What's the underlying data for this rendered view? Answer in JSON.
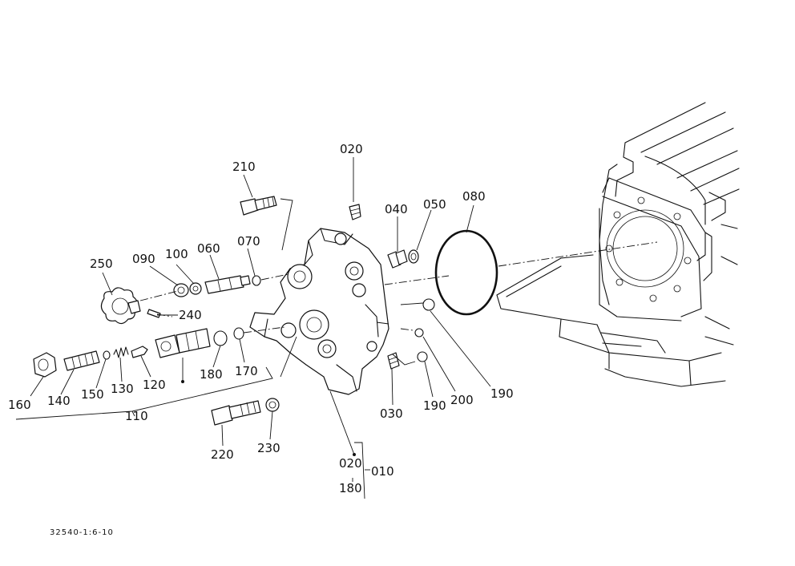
{
  "labels": {
    "p010": "010",
    "p020a": "020",
    "p020b": "020",
    "p030": "030",
    "p040": "040",
    "p050": "050",
    "p060": "060",
    "p070": "070",
    "p080": "080",
    "p090": "090",
    "p100": "100",
    "p110": "110",
    "p120": "120",
    "p130": "130",
    "p140": "140",
    "p150": "150",
    "p160": "160",
    "p170": "170",
    "p180a": "180",
    "p180b": "180",
    "p190a": "190",
    "p190b": "190",
    "p200": "200",
    "p210": "210",
    "p220": "220",
    "p230": "230",
    "p240": "240",
    "p250": "250"
  },
  "drawing_code": "32540-1:6-10"
}
